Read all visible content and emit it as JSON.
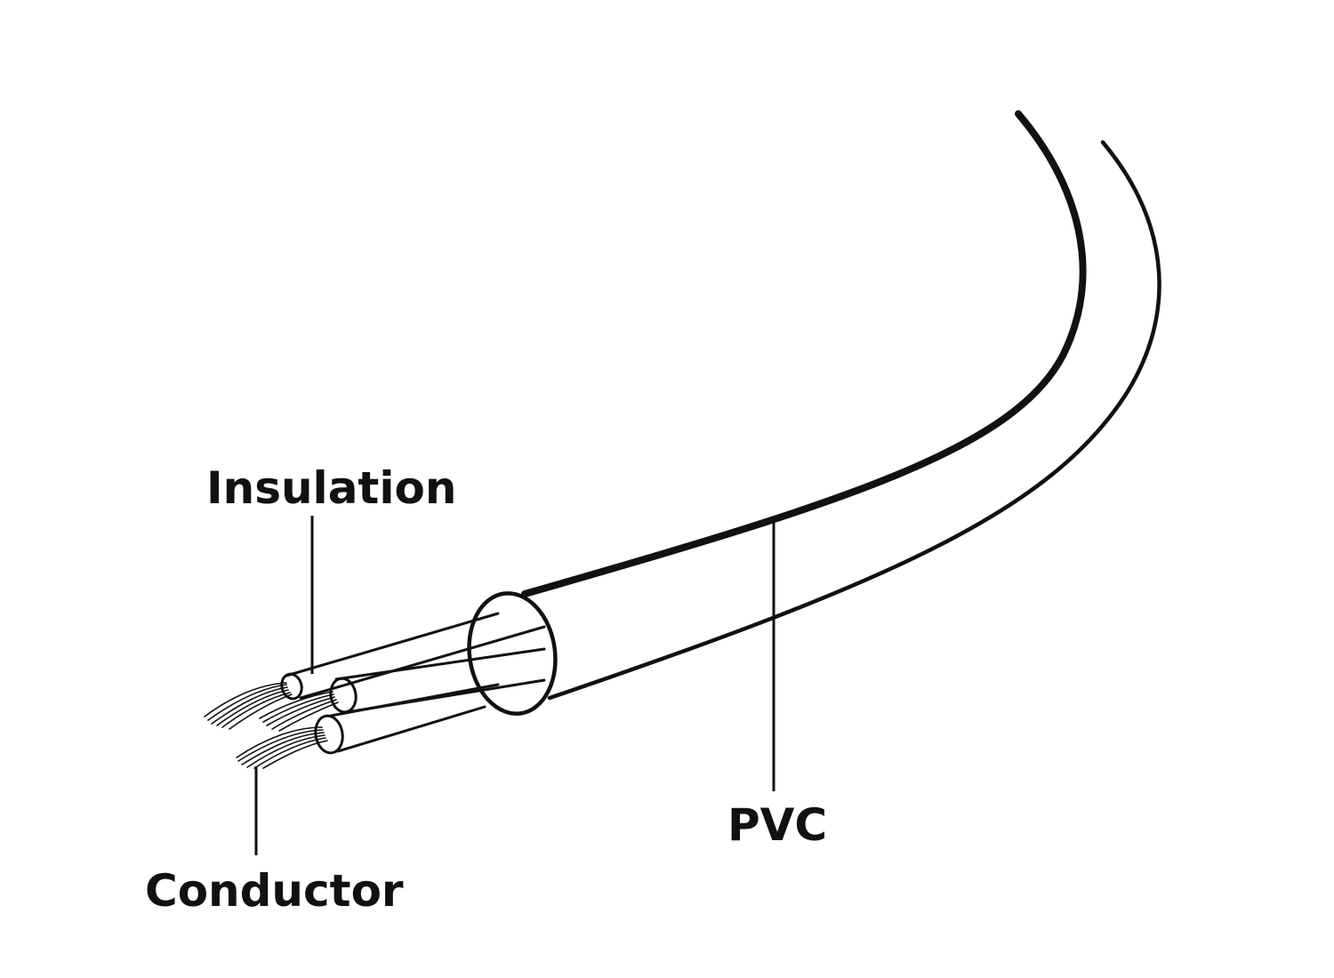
{
  "labels": {
    "insulation": "Insulation",
    "conductor": "Conductor",
    "pvc": "PVC"
  },
  "colors": {
    "line": "#111111",
    "background": "#ffffff"
  }
}
